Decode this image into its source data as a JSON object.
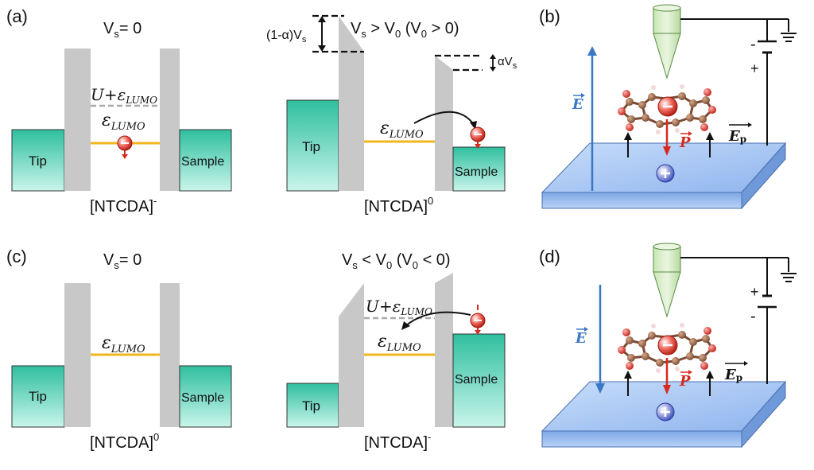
{
  "panels": {
    "a": {
      "label": "(a)",
      "left": {
        "voltage": "V",
        "voltage_sub": "s",
        "voltage_val": "= 0",
        "hubbard": "U+",
        "lumo_eps": "ε",
        "lumo_sub": "LUMO",
        "tip": "Tip",
        "sample": "Sample",
        "state_base": "[NTCDA]",
        "state_sup": "-"
      },
      "right": {
        "voltage_text": "V",
        "voltage_sub": "s",
        "voltage_rest": " > V",
        "v0_sub": "0",
        "condition": " (V",
        "condition_sub": "0",
        "condition_rest": " > 0)",
        "alpha_left": "(1-α)V",
        "alpha_left_sub": "s",
        "alpha_right": "αV",
        "alpha_right_sub": "s",
        "lumo_eps": "ε",
        "lumo_sub": "LUMO",
        "tip": "Tip",
        "sample": "Sample",
        "state_base": "[NTCDA]",
        "state_sup": "0"
      }
    },
    "b": {
      "label": "(b)",
      "field_E": "E",
      "field_Ep": "E",
      "field_Ep_sub": "p",
      "polarization": "P",
      "battery_minus": "-",
      "battery_plus": "+"
    },
    "c": {
      "label": "(c)",
      "left": {
        "voltage": "V",
        "voltage_sub": "s",
        "voltage_val": "= 0",
        "lumo_eps": "ε",
        "lumo_sub": "LUMO",
        "tip": "Tip",
        "sample": "Sample",
        "state_base": "[NTCDA]",
        "state_sup": "0"
      },
      "right": {
        "voltage_text": "V",
        "voltage_sub": "s",
        "voltage_rest": " < V",
        "v0_sub": "0",
        "condition": " (V",
        "condition_sub": "0",
        "condition_rest": " < 0)",
        "hubbard": "U+",
        "lumo_eps": "ε",
        "lumo_sub": "LUMO",
        "tip": "Tip",
        "sample": "Sample",
        "state_base": "[NTCDA]",
        "state_sup": "-"
      }
    },
    "d": {
      "label": "(d)",
      "field_E": "E",
      "field_Ep": "E",
      "field_Ep_sub": "p",
      "polarization": "P",
      "battery_plus": "+",
      "battery_minus": "-"
    }
  },
  "colors": {
    "electrode": "#3ecfb0",
    "barrier": "#c8c8c8",
    "lumo": "#f2b51f",
    "hubbard": "#aaaaaa",
    "electron": "#d8332a",
    "substrate": "#8eb6ef",
    "field": "#3a78c4",
    "polarization": "#d62a20"
  }
}
